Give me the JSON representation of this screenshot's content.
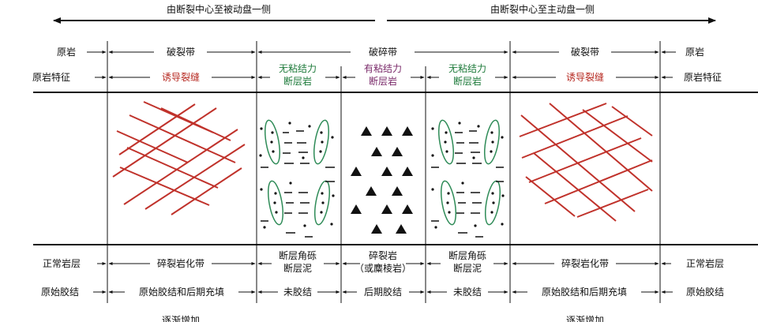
{
  "top": {
    "left_direction": "由断裂中心至被动盘一侧",
    "right_direction": "由断裂中心至主动盘一侧"
  },
  "row1": {
    "left_host": "原岩",
    "left_fracture": "破裂带",
    "center": "破碎带",
    "right_fracture": "破裂带",
    "right_host": "原岩"
  },
  "row2": {
    "left_host": "原岩特征",
    "left_fracture": "诱导裂缝",
    "left_noncohesive": [
      "无粘结力",
      "断层岩"
    ],
    "cohesive": [
      "有粘结力",
      "断层岩"
    ],
    "right_noncohesive": [
      "无粘结力",
      "断层岩"
    ],
    "right_fracture": "诱导裂缝",
    "right_host": "原岩特征"
  },
  "row3": {
    "left_host": "正常岩层",
    "left_fracture": "碎裂岩化带",
    "left_noncohesive": [
      "断层角砾",
      "断层泥"
    ],
    "cohesive": [
      "碎裂岩",
      "（或麋棱岩）"
    ],
    "right_noncohesive": [
      "断层角砾",
      "断层泥"
    ],
    "right_fracture": "碎裂岩化带",
    "right_host": "正常岩层"
  },
  "row4": {
    "left_host": "原始胶结",
    "left_fracture": "原始胶结和后期充填",
    "left_noncohesive": "未胶结",
    "cohesive": "后期胶结",
    "right_noncohesive": "未胶结",
    "right_fracture": "原始胶结和后期充填",
    "right_host": "原始胶结"
  },
  "row5": {
    "left": "逐渐增加",
    "right": "逐渐增加"
  },
  "colors": {
    "fracture_red": "#c0322b",
    "lens_green": "#2e8b57",
    "cohesive_purple": "#7a2a6a",
    "line_black": "#111111"
  }
}
